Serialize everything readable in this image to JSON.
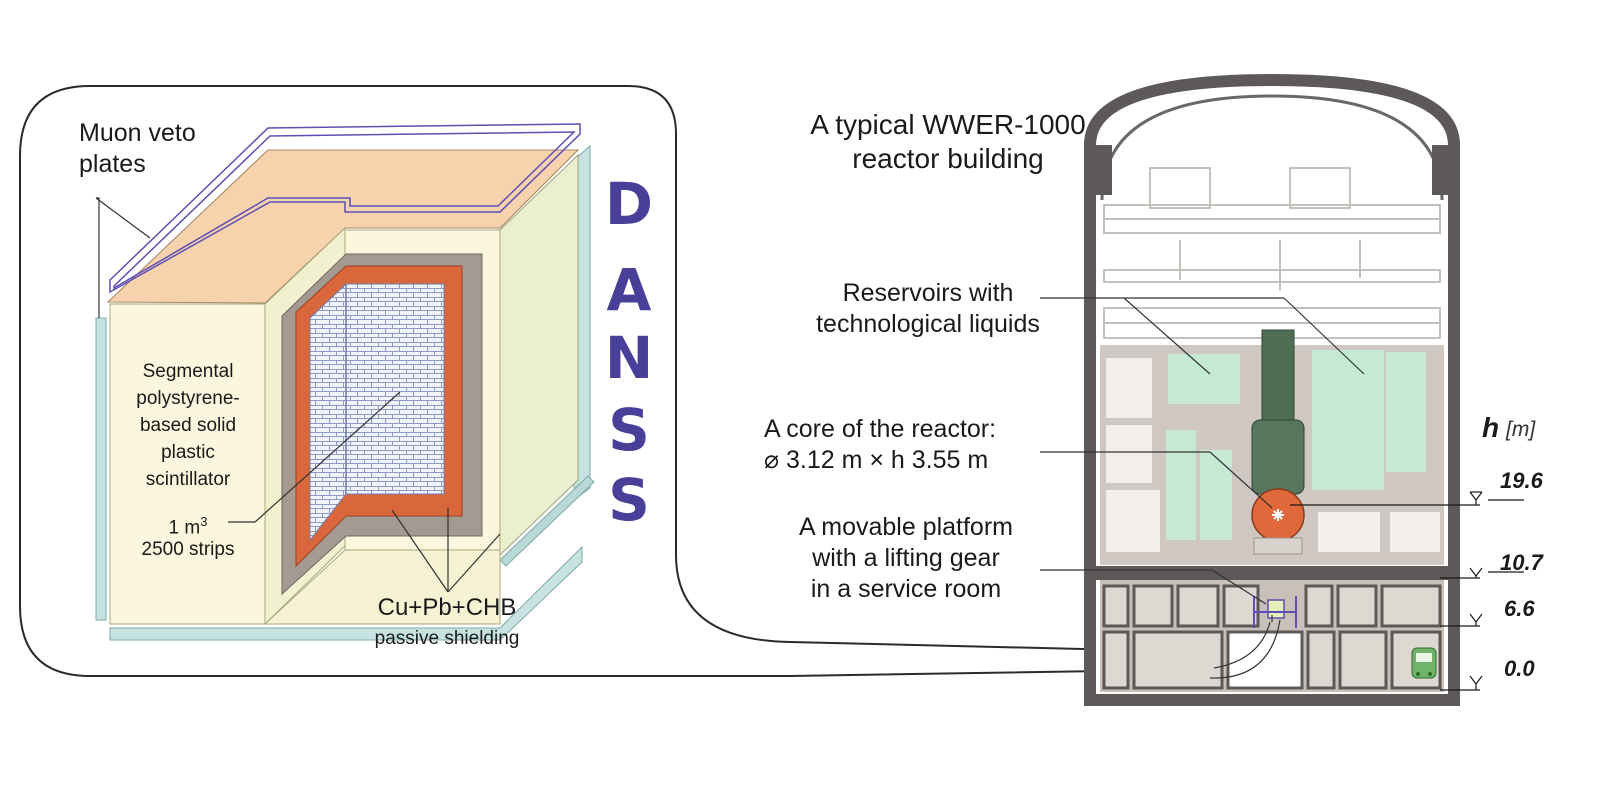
{
  "detector": {
    "name_letters": [
      "D",
      "A",
      "N",
      "S",
      "S"
    ],
    "muon_veto_label": [
      "Muon veto",
      "plates"
    ],
    "scintillator_label": [
      "Segmental",
      "polystyrene-",
      "based solid",
      "plastic",
      "scintillator"
    ],
    "volume_label": "1 m",
    "volume_superscript": "3",
    "strips_label": "2500 strips",
    "shielding_label": "Cu+Pb+CHB",
    "shielding_sublabel": "passive shielding"
  },
  "building": {
    "title_lines": [
      "A typical WWER-1000",
      "reactor building"
    ],
    "reservoirs_label": [
      "Reservoirs with",
      "technological liquids"
    ],
    "core_label": [
      "A core of the reactor:",
      "⌀ 3.12 m × h 3.55 m"
    ],
    "platform_label": [
      "A movable platform",
      "with a lifting gear",
      "in a service room"
    ]
  },
  "height_scale": {
    "header": "h",
    "unit": "[m]",
    "marks": [
      "19.6",
      "10.7",
      "6.6",
      "0.0"
    ]
  },
  "colors": {
    "outer_layer": "#f7d4b0",
    "inner_shield_yellow": "#f4f4d4",
    "copper": "#d9673b",
    "lead": "#a89e95",
    "scintillator_grid": "#a9b6d8",
    "veto_plate": "#b9d9d9",
    "veto_outline": "#5d4fb3",
    "letters": "#4a3f98",
    "building_wall": "#5d5958",
    "building_room": "#c8c0b9",
    "reservoir": "#c7ebd5",
    "reactor_vessel": "#4f6f55",
    "core": "#e0683a"
  }
}
